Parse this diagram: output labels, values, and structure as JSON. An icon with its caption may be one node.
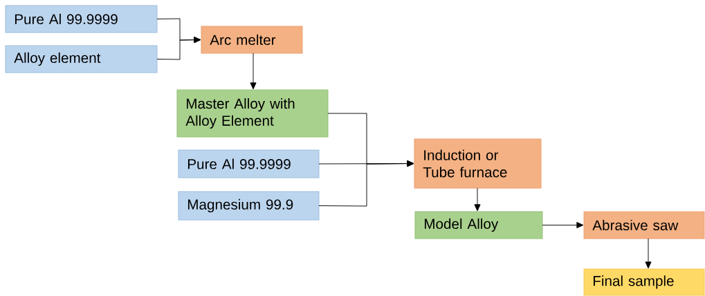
{
  "diagram": {
    "nodes": [
      {
        "text": [
          "Pure Al 99.9999"
        ]
      },
      {
        "text": [
          "Alloy element"
        ]
      },
      {
        "text": [
          "Arc melter"
        ]
      },
      {
        "text": [
          "Master Alloy with Alloy Element"
        ]
      },
      {
        "text": [
          "Pure Al 99.9999"
        ]
      },
      {
        "text": [
          "Magnesium 99.9"
        ]
      },
      {
        "text": [
          "Induction or Tube furnace"
        ]
      },
      {
        "text": [
          "Model Alloy"
        ]
      },
      {
        "text": [
          "Abrasive saw"
        ]
      },
      {
        "text": [
          "Final sample"
        ]
      }
    ],
    "edges": [
      {
        "from": 0,
        "to": 2,
        "arrow": "to"
      },
      {
        "from": 1,
        "to": 2,
        "arrow": "to"
      },
      {
        "from": 2,
        "to": 3,
        "arrow": "to"
      },
      {
        "from": 3,
        "to": 6,
        "arrow": "to"
      },
      {
        "from": 4,
        "to": 6,
        "arrow": "to"
      },
      {
        "from": 5,
        "to": 6,
        "arrow": "to"
      },
      {
        "from": 6,
        "to": 7,
        "arrow": "to"
      },
      {
        "from": 7,
        "to": 8,
        "arrow": "to"
      },
      {
        "from": 8,
        "to": 9,
        "arrow": "to"
      }
    ]
  }
}
